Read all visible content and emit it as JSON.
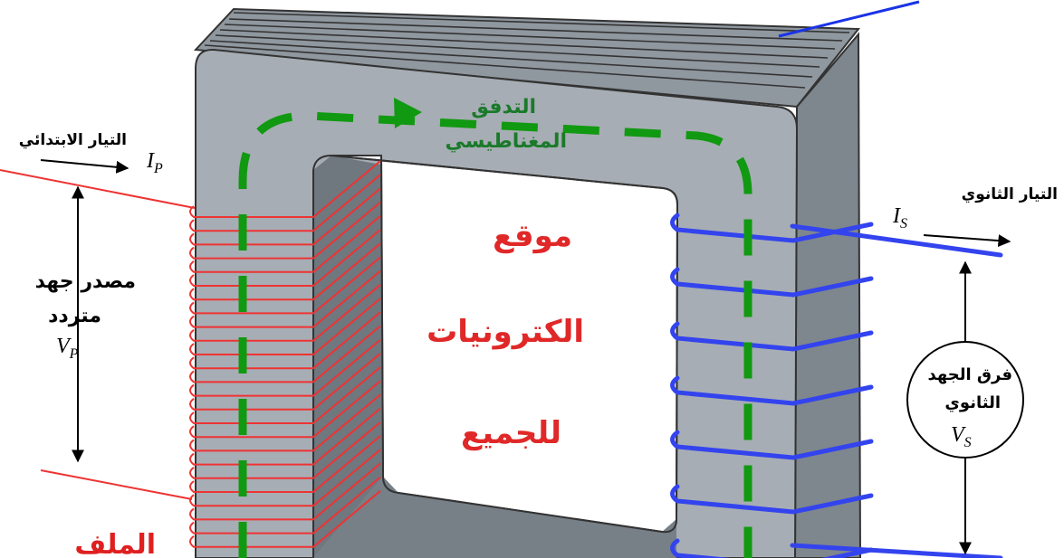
{
  "labels": {
    "primary_current": "التيار الابتدائي",
    "primary_current_symbol": "I",
    "primary_current_sub": "P",
    "ac_source_line1": "مصدر جهد",
    "ac_source_line2": "متردد",
    "primary_voltage_symbol": "V",
    "primary_voltage_sub": "P",
    "primary_coil": "الملف",
    "magnetic_flux_line1": "التدفق",
    "magnetic_flux_line2": "المغناطيسي",
    "secondary_current": "التيار الثانوي",
    "secondary_current_symbol": "I",
    "secondary_current_sub": "S",
    "secondary_voltage_line1": "فرق الجهد",
    "secondary_voltage_line2": "الثانوي",
    "secondary_voltage_symbol": "V",
    "secondary_voltage_sub": "S"
  },
  "watermark": {
    "line1": "موقع",
    "line2": "الكترونيات",
    "line3": "للجميع"
  },
  "colors": {
    "core_front": "#a7adb4",
    "core_side": "#7e868e",
    "core_top": "#8f979f",
    "primary_wire": "#ee3333",
    "secondary_wire": "#3344ee",
    "flux": "#119911",
    "flux_text": "#1a7a2a",
    "watermark": "#e02828",
    "coil_label": "#e02020"
  }
}
